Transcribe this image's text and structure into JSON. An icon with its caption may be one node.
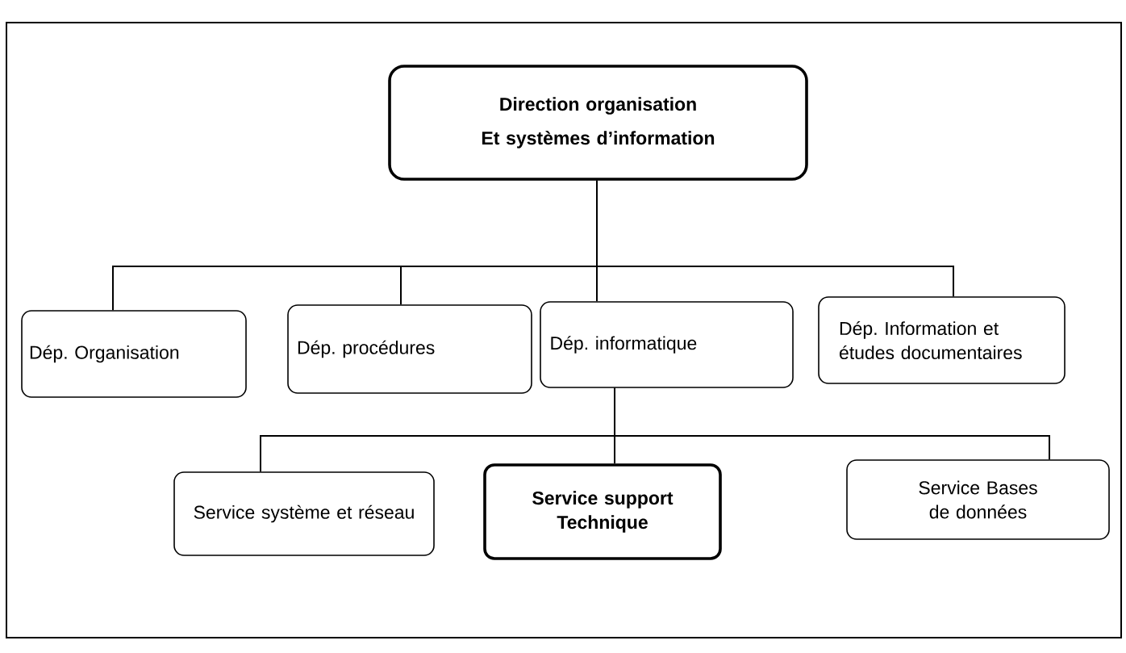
{
  "diagram": {
    "nodes": [
      {
        "text": [
          "Direction organisation",
          "Et systèmes d’information"
        ]
      },
      {
        "text": [
          "Dép. Organisation"
        ]
      },
      {
        "text": [
          "Dép. procédures"
        ]
      },
      {
        "text": [
          "Dép. informatique"
        ]
      },
      {
        "text": [
          "Dép. Information et études documentaires"
        ]
      },
      {
        "text": [
          "Service système et réseau"
        ]
      },
      {
        "text": [
          "Service support Technique"
        ]
      },
      {
        "text": [
          "Service Bases de données"
        ]
      }
    ],
    "edges": [
      {
        "from": 0,
        "to": 1,
        "arrow": "none"
      },
      {
        "from": 0,
        "to": 2,
        "arrow": "none"
      },
      {
        "from": 0,
        "to": 3,
        "arrow": "none"
      },
      {
        "from": 0,
        "to": 4,
        "arrow": "none"
      },
      {
        "from": 3,
        "to": 5,
        "arrow": "none"
      },
      {
        "from": 3,
        "to": 6,
        "arrow": "none"
      },
      {
        "from": 3,
        "to": 7,
        "arrow": "none"
      }
    ]
  }
}
